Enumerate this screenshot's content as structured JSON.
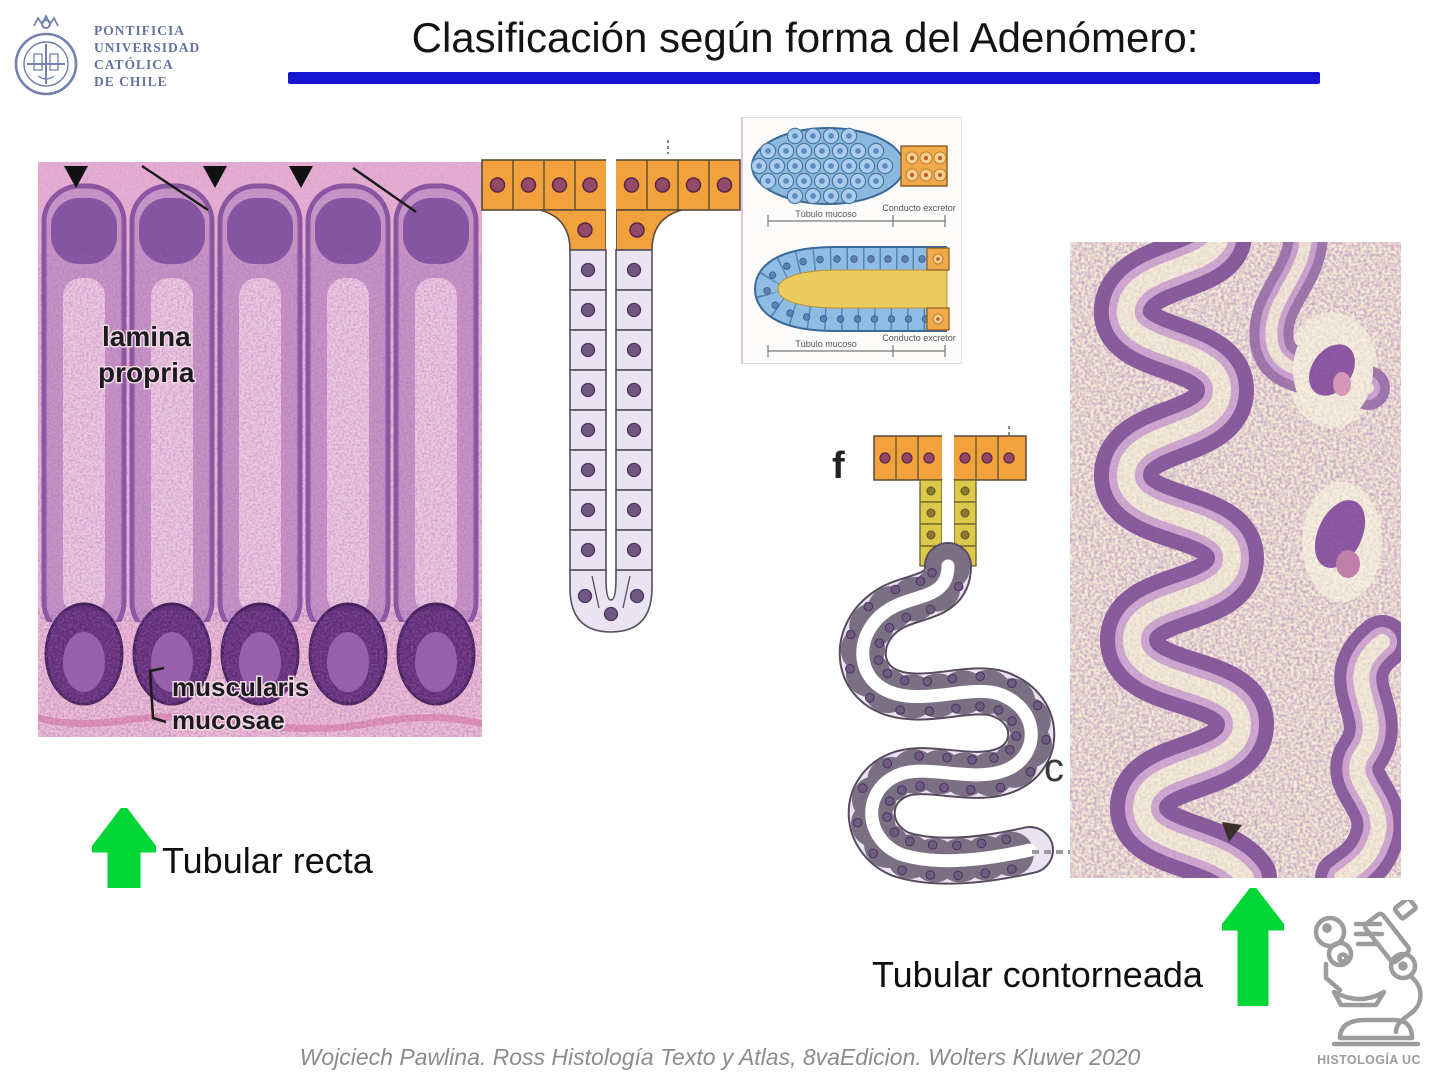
{
  "slide": {
    "title": "Clasificación según forma del Adenómero:",
    "underline_color": "#1616d0",
    "background_color": "#ffffff"
  },
  "university_logo": {
    "line1": "PONTIFICIA",
    "line2": "UNIVERSIDAD",
    "line3": "CATÓLICA",
    "line4": "DE CHILE",
    "color": "#64749e"
  },
  "left_micrograph": {
    "label_lamina_line1": "lamina",
    "label_lamina_line2": "propria",
    "label_musc_line1": "muscularis",
    "label_musc_line2": "mucosae"
  },
  "tubule_card": {
    "top": {
      "tubule_label": "Túbulo mucoso",
      "duct_label": "Conducto excretor"
    },
    "bottom": {
      "tubule_label": "Túbulo mucoso",
      "duct_label": "Conducto excretor"
    }
  },
  "coiled_diagram": {
    "panel_letter": "f",
    "adjacent_letter": "c"
  },
  "annotations": {
    "straight": {
      "label": "Tubular recta"
    },
    "coiled": {
      "label": "Tubular contorneada"
    },
    "arrow_color": "#00d636"
  },
  "footer": {
    "citation": "Wojciech Pawlina. Ross Histología Texto y Atlas, 8vaEdicion. Wolters Kluwer 2020",
    "histology_logo_text": "HISTOLOGÍA UC"
  },
  "icons": [
    "uc-crest-icon",
    "microscope-icon",
    "up-arrow-icon",
    "arrowhead-icon"
  ]
}
